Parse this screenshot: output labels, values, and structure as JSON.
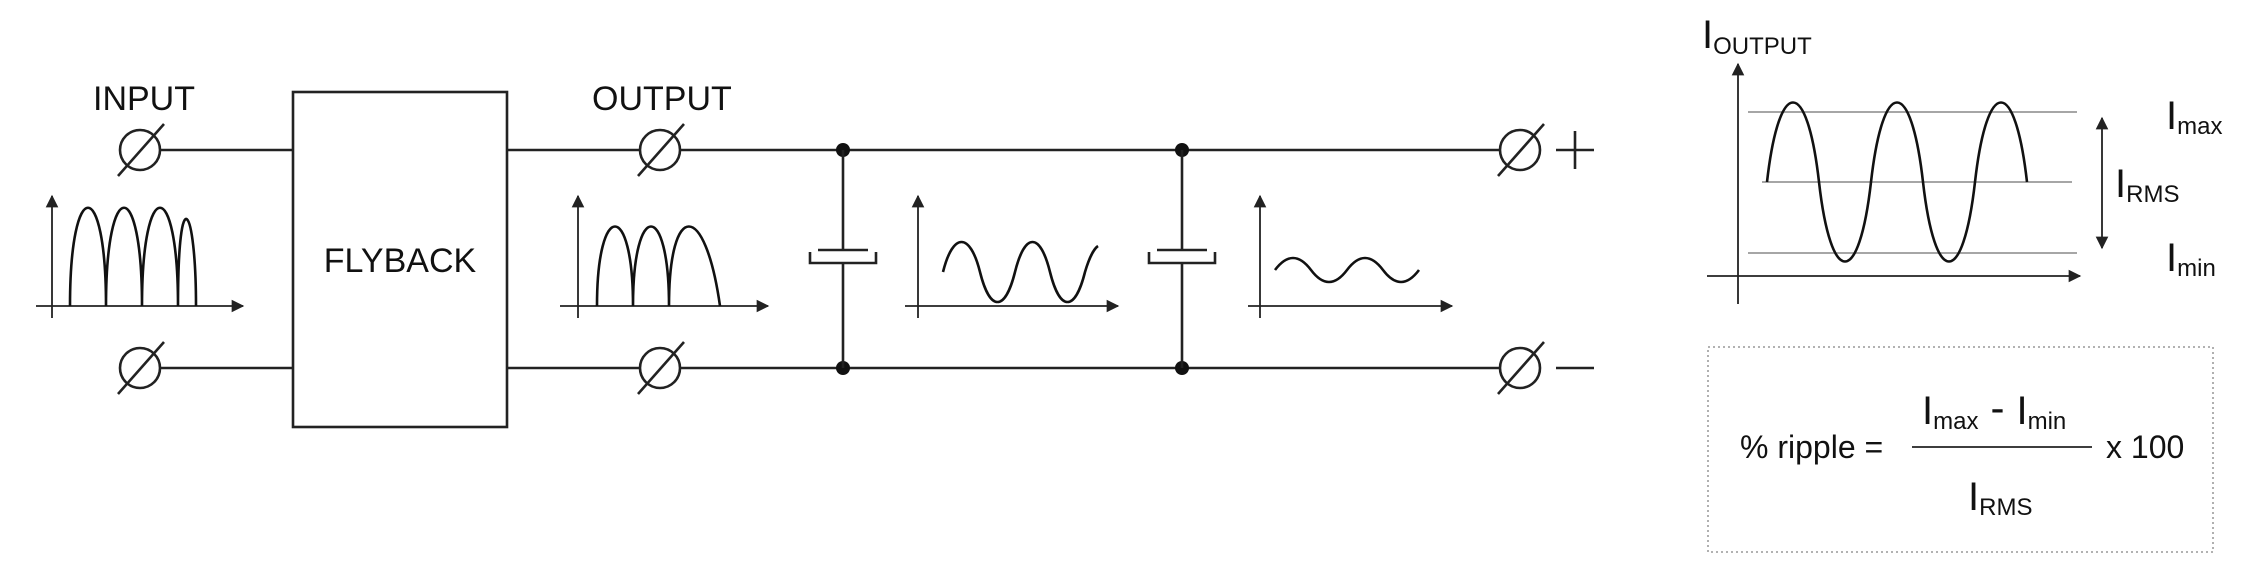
{
  "labels": {
    "input": "INPUT",
    "output": "OUTPUT",
    "flyback": "FLYBACK",
    "plus": "+",
    "minus": "—"
  },
  "graph": {
    "y_main": "I",
    "y_sub": "OUTPUT",
    "imax_main": "I",
    "imax_sub": "max",
    "irms_main": "I",
    "irms_sub": "RMS",
    "imin_main": "I",
    "imin_sub": "min"
  },
  "formula": {
    "lhs": "% ripple =",
    "num_a_main": "I",
    "num_a_sub": "max",
    "minus": "-",
    "num_b_main": "I",
    "num_b_sub": "min",
    "den_main": "I",
    "den_sub": "RMS",
    "factor": "x 100"
  }
}
